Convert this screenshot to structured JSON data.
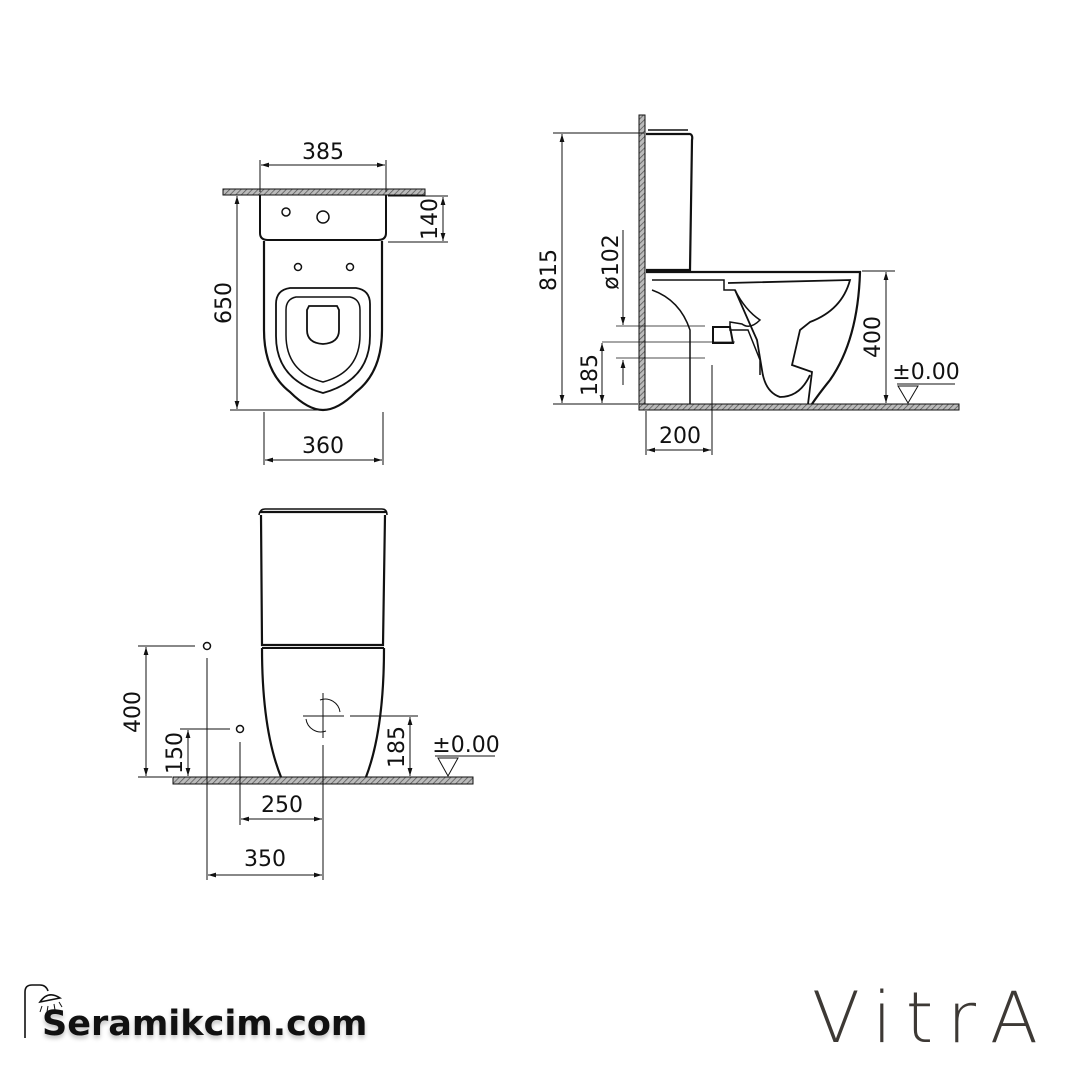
{
  "top_view": {
    "dims": {
      "width_tank": "385",
      "tank_depth": "140",
      "length": "650",
      "width_bowl": "360"
    }
  },
  "side_view": {
    "dims": {
      "total_height": "815",
      "pipe_diameter": "ø102",
      "outlet_height": "185",
      "seat_height": "400",
      "wall_offset": "200",
      "floor_level": "±0.00"
    }
  },
  "front_view": {
    "dims": {
      "inlet_height_high": "400",
      "inlet_height_low": "150",
      "outlet_height": "185",
      "floor_level": "±0.00",
      "offset_low": "250",
      "offset_high": "350"
    }
  },
  "branding": {
    "left_logo_text": "Seramikcim.com",
    "left_logo_icon": "shower-head-icon",
    "right_logo_text": "VitrA",
    "right_logo_color": "#3d3935"
  }
}
